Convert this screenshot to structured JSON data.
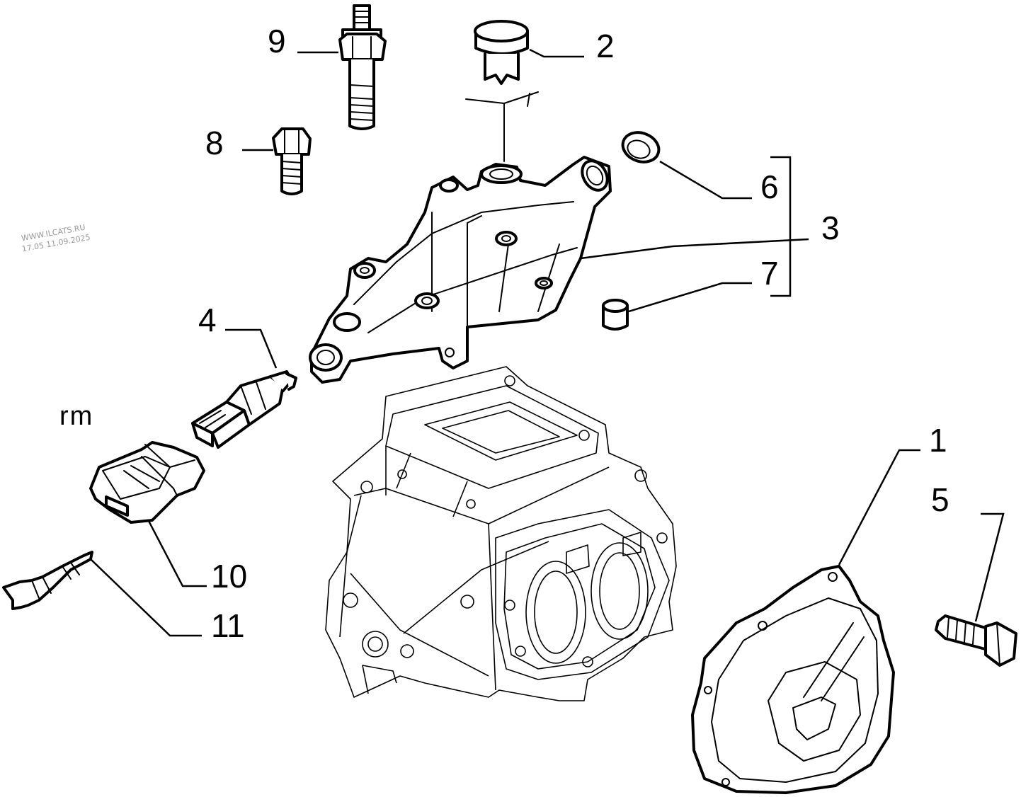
{
  "watermark": {
    "line1": "WWW.ILCATS.RU",
    "line2": "17.05 11.09.2025"
  },
  "note_label": "rm",
  "callouts": {
    "c1": "1",
    "c2": "2",
    "c3": "3",
    "c4": "4",
    "c5": "5",
    "c6": "6",
    "c7": "7",
    "c8": "8",
    "c9": "9",
    "c10": "10",
    "c11": "11"
  }
}
